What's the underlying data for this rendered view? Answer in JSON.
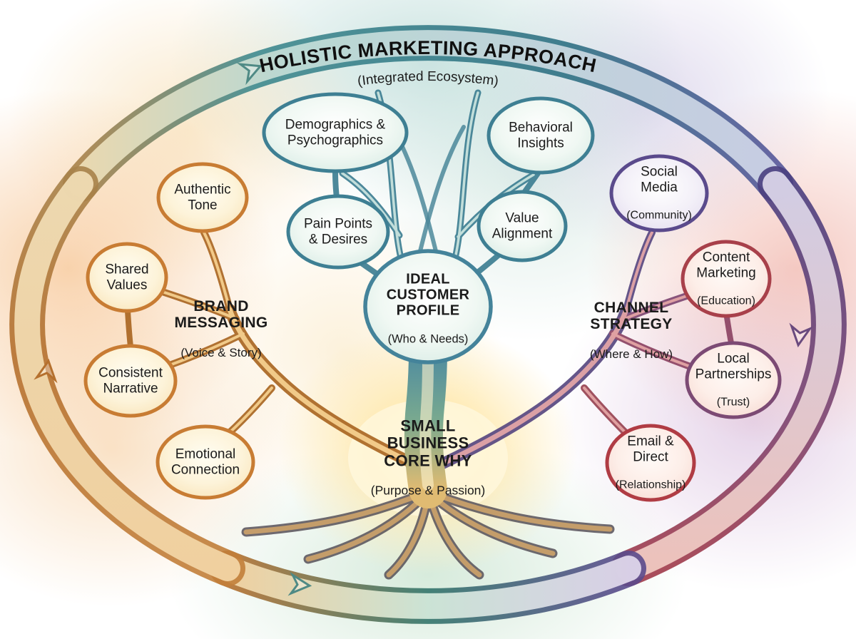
{
  "title": {
    "main": "HOLISTIC MARKETING APPROACH",
    "sub": "(Integrated Ecosystem)"
  },
  "center": {
    "ideal_customer_profile": {
      "heading": "IDEAL\nCUSTOMER\nPROFILE",
      "sub": "(Who & Needs)"
    },
    "core_why": {
      "heading": "SMALL\nBUSINESS\nCORE WHY",
      "sub": "(Purpose & Passion)"
    }
  },
  "sections": {
    "brand_messaging": {
      "heading": "BRAND\nMESSAGING",
      "sub": "(Voice & Story)"
    },
    "channel_strategy": {
      "heading": "CHANNEL\nSTRATEGY",
      "sub": "(Where & How)"
    }
  },
  "bubbles": {
    "demographics": {
      "label": "Demographics &\nPsychographics"
    },
    "behavioral": {
      "label": "Behavioral\nInsights"
    },
    "pain_points": {
      "label": "Pain Points\n& Desires"
    },
    "value_alignment": {
      "label": "Value\nAlignment"
    },
    "authentic_tone": {
      "label": "Authentic\nTone"
    },
    "shared_values": {
      "label": "Shared\nValues"
    },
    "consistent_narrative": {
      "label": "Consistent\nNarrative"
    },
    "emotional_connection": {
      "label": "Emotional\nConnection"
    },
    "social_media": {
      "label": "Social\nMedia",
      "sub": "(Community)"
    },
    "content_marketing": {
      "label": "Content\nMarketing",
      "sub": "(Education)"
    },
    "local_partnerships": {
      "label": "Local\nPartnerships",
      "sub": "(Trust)"
    },
    "email_direct": {
      "label": "Email &\nDirect",
      "sub": "(Relationship)"
    }
  },
  "colors": {
    "teal": "#3e7f93",
    "orange": "#c87c33",
    "purple": "#5a4a8c",
    "red": "#b03c44",
    "glow": "#ffedb8",
    "ink": "#1b1b1b"
  }
}
